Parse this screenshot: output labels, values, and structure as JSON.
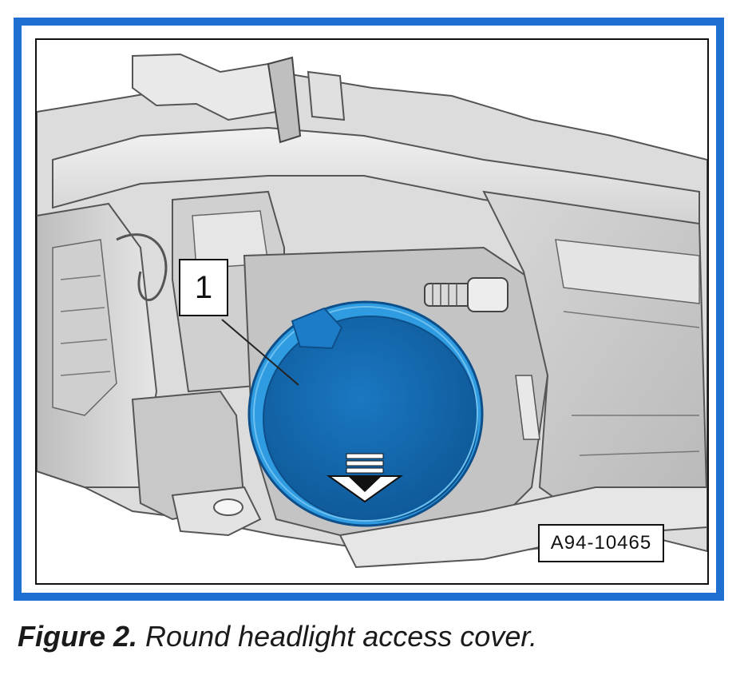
{
  "figure": {
    "callout_number": "1",
    "reference_code": "A94-10465",
    "caption_lead": "Figure 2.",
    "caption_text": " Round headlight access cover."
  },
  "colors": {
    "frame_border": "#1e6fd1",
    "cover_fill": "#1769b3",
    "cover_rim": "#2f9be0",
    "housing_gray": "#d9d9d9"
  },
  "icons": {
    "cover_arrow": "down-arrow-icon"
  }
}
